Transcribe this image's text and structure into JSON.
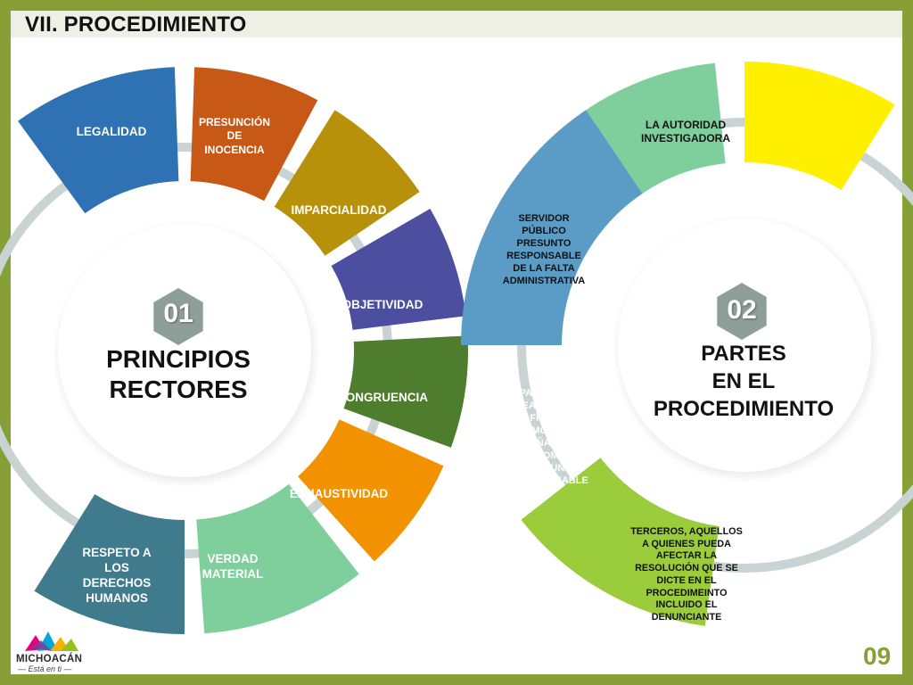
{
  "header": {
    "title": "VII. PROCEDIMIENTO"
  },
  "left_circle": {
    "number": "01",
    "title": "PRINCIPIOS\nRECTORES",
    "segments": [
      {
        "id": "legalidad",
        "label": "LEGALIDAD",
        "color": "#2e72b3"
      },
      {
        "id": "presuncion",
        "label": "PRESUNCIÓN\nDE\nINOCENCIA",
        "color": "#c75816"
      },
      {
        "id": "imparcialidad",
        "label": "IMPARCIALIDAD",
        "color": "#b8910a"
      },
      {
        "id": "objetividad",
        "label": "OBJETIVIDAD",
        "color": "#4c4e9f"
      },
      {
        "id": "congruencia",
        "label": "CONGRUENCIA",
        "color": "#4f7d2e"
      },
      {
        "id": "exhaustividad",
        "label": "EXHAUSTIVIDAD",
        "color": "#f39200"
      },
      {
        "id": "verdad",
        "label": "VERDAD\nMATERIAL",
        "color": "#7fcf9d"
      },
      {
        "id": "respeto",
        "label": "RESPETO A\nLOS\nDERECHOS\nHUMANOS",
        "color": "#3f7b8c"
      }
    ]
  },
  "right_circle": {
    "number": "02",
    "title": "PARTES\nEN EL\nPROCEDIMIENTO",
    "segments": [
      {
        "id": "autoridad",
        "label": "LA AUTORIDAD\nINVESTIGADORA",
        "color": "#fff000"
      },
      {
        "id": "servidor",
        "label": "SERVIDOR\nPÚBLICO\nPRESUNTO\nRESPONSABLE\nDE LA FALTA\nADMINISTRATIVA",
        "color": "#7fcf9d"
      },
      {
        "id": "particular",
        "label": "PARTICULAR\nSEA PERSONA\nFÍSICA O\nMORAL,\nSEÑALADO\nCOMO\nPRESUNTO\nRESPONSABLE",
        "color": "#5b9cc6"
      },
      {
        "id": "terceros",
        "label": "TERCEROS, AQUELLOS\nA QUIENES PUEDA\nAFECTAR LA\nRESOLUCIÓN QUE SE\nDICTE EN EL\nPROCEDIMEINTO\nINCLUIDO EL\nDENUNCIANTE",
        "color": "#9bcc3c"
      }
    ]
  },
  "footer": {
    "logo_text": "MICHOACÁN",
    "logo_tagline": "— Está en ti —",
    "page_number": "09"
  },
  "colors": {
    "frame": "#86a037",
    "badge": "#8e9e98",
    "ring": "#c9d3d4"
  }
}
